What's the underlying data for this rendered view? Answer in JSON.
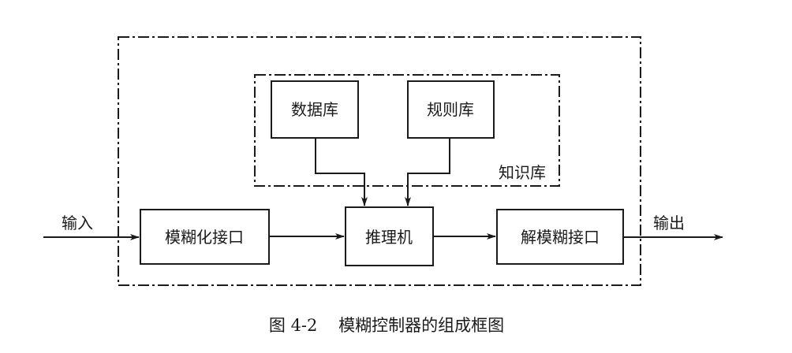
{
  "diagram": {
    "blocks": {
      "database": "数据库",
      "rulebase": "规则库",
      "knowledge_base": "知识库",
      "fuzzifier": "模糊化接口",
      "inference": "推理机",
      "defuzzifier": "解模糊接口"
    },
    "input_label": "输入",
    "output_label": "输出",
    "caption": "图 4-2    模糊控制器的组成框图"
  }
}
